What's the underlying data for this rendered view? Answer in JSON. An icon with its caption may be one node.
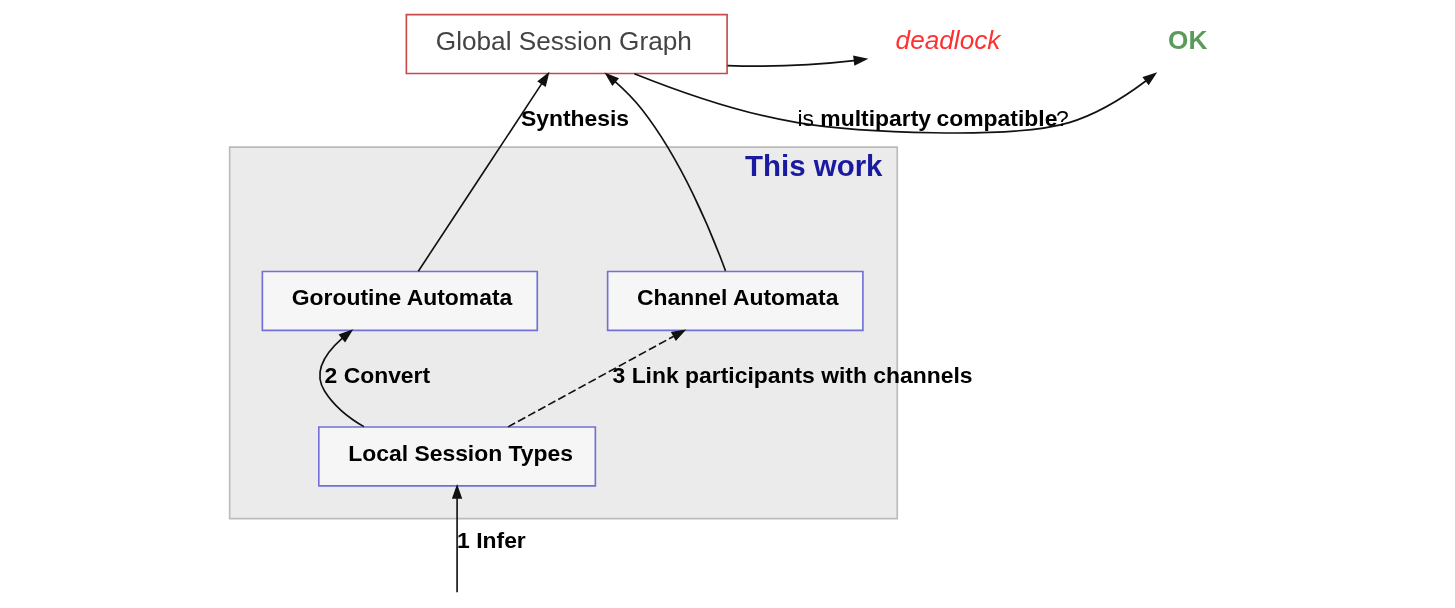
{
  "diagram": {
    "nodes": [
      {
        "text": [
          "Global Session Graph"
        ]
      },
      {
        "text": [
          "OK"
        ]
      },
      {
        "text": [
          "deadlock"
        ]
      },
      {
        "text": [
          "This work"
        ]
      },
      {
        "text": [
          "Goroutine Automata"
        ],
        "in": 3
      },
      {
        "text": [
          "Channel Automata"
        ],
        "in": 3
      },
      {
        "text": [
          "Local Session Types"
        ],
        "in": 3
      }
    ],
    "edges": [
      {
        "from": 0,
        "to": 1,
        "arrow": "to",
        "label": "is **multiparty** **compatible**?"
      },
      {
        "from": 0,
        "to": 2,
        "arrow": "to"
      },
      {
        "from": 4,
        "to": 0,
        "arrow": "to",
        "label": "Synthesis"
      },
      {
        "from": 5,
        "to": 0,
        "arrow": "to"
      },
      {
        "from": 6,
        "to": 4,
        "arrow": "to",
        "label": "2 Convert"
      },
      {
        "from": 6,
        "to": 5,
        "arrow": "to",
        "style": "dashed",
        "label": "3 Link participants with channels"
      },
      {
        "from": null,
        "to": 6,
        "arrow": "to",
        "label": "1 Infer"
      }
    ]
  }
}
